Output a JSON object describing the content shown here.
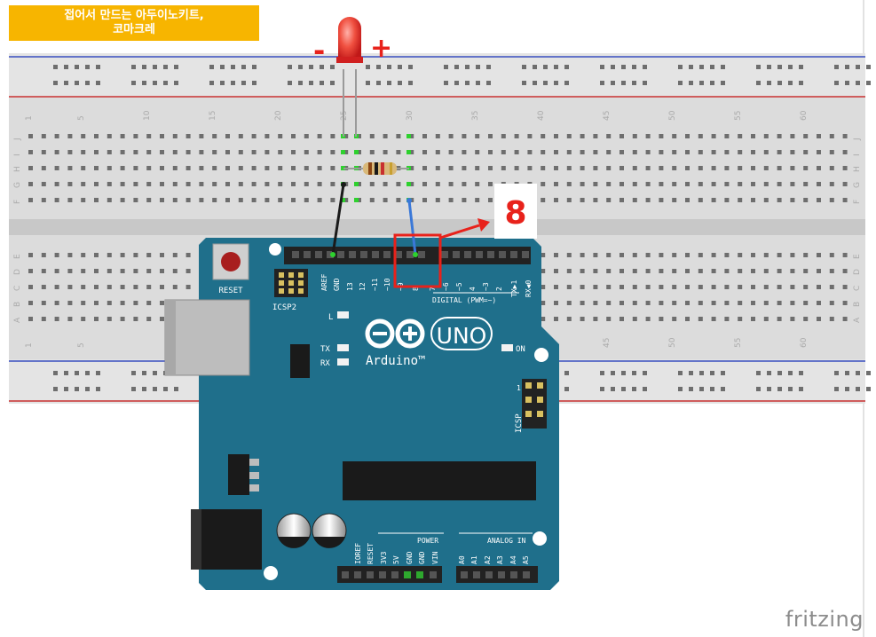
{
  "title": {
    "line1": "접어서 만드는 아두이노키트,",
    "line2": "코마크레"
  },
  "led": {
    "minus_label": "-",
    "plus_label": "+"
  },
  "pin_callout": {
    "label": "8"
  },
  "breadboard": {
    "column_numbers": [
      "1",
      "5",
      "10",
      "15",
      "20",
      "25",
      "30",
      "35",
      "40",
      "45",
      "50",
      "55",
      "60"
    ],
    "top_row_letters": [
      "J",
      "I",
      "H",
      "G",
      "F"
    ],
    "bottom_row_letters": [
      "E",
      "D",
      "C",
      "B",
      "A"
    ]
  },
  "arduino": {
    "reset_label": "RESET",
    "icsp2_label": "ICSP2",
    "header_pins": [
      "AREF",
      "GND",
      "13",
      "12",
      "~11",
      "~10",
      "~9",
      "8",
      "7",
      "~6",
      "~5",
      "4",
      "~3",
      "2",
      "TX▶1",
      "RX◀0"
    ],
    "digital_label": "DIGITAL (PWM=~)",
    "l_label": "L",
    "tx_label": "TX",
    "rx_label": "RX",
    "uno_label": "UNO",
    "brand_label": "Arduino™",
    "on_label": "ON",
    "icsp_label": "ICSP",
    "icsp_pin1": "1",
    "power_label": "POWER",
    "analog_label": "ANALOG IN",
    "power_pins": [
      "IOREF",
      "RESET",
      "3V3",
      "5V",
      "GND",
      "GND",
      "VIN"
    ],
    "analog_pins": [
      "A0",
      "A1",
      "A2",
      "A3",
      "A4",
      "A5"
    ]
  },
  "colors": {
    "board": "#1f6f8b",
    "title_bg": "#f7b500",
    "callout": "#e8221b",
    "breadboard": "#dcdcdc"
  },
  "footer": {
    "logo": "fritzing"
  }
}
